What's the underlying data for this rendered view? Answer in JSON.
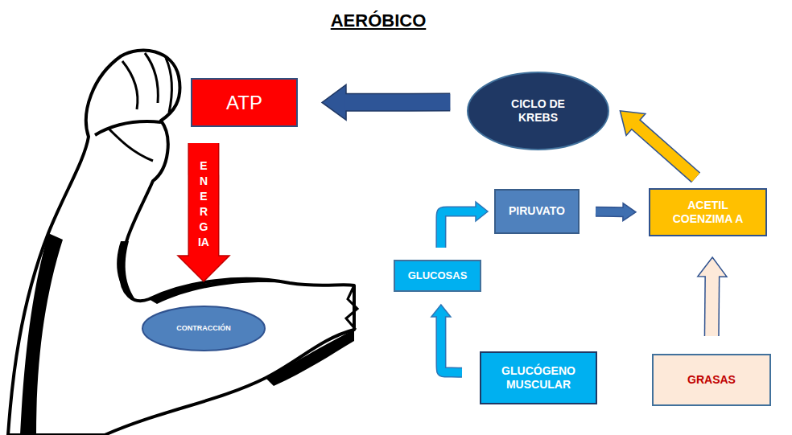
{
  "diagram": {
    "title": "AERÓBICO",
    "nodes": [
      {
        "text": [
          "ATP"
        ]
      },
      {
        "text": [
          "CICLO DE KREBS"
        ]
      },
      {
        "text": [
          "PIRUVATO"
        ]
      },
      {
        "text": [
          "ACETIL COENZIMA A"
        ]
      },
      {
        "text": [
          "GLUCOSAS"
        ]
      },
      {
        "text": [
          "CONTRACCIÓN"
        ]
      },
      {
        "text": [
          "GLUCÓGENO MUSCULAR"
        ]
      },
      {
        "text": [
          "GRASAS"
        ]
      }
    ],
    "edges": [
      {
        "from": 1,
        "to": 0,
        "arrow": "to"
      },
      {
        "from": 0,
        "to": 5,
        "arrow": "to",
        "label": "ENERGIA"
      },
      {
        "from": 6,
        "to": 4,
        "arrow": "to"
      },
      {
        "from": 4,
        "to": 2,
        "arrow": "to"
      },
      {
        "from": 2,
        "to": 3,
        "arrow": "to"
      },
      {
        "from": 7,
        "to": 3,
        "arrow": "to"
      },
      {
        "from": 3,
        "to": 1,
        "arrow": "to"
      }
    ]
  }
}
